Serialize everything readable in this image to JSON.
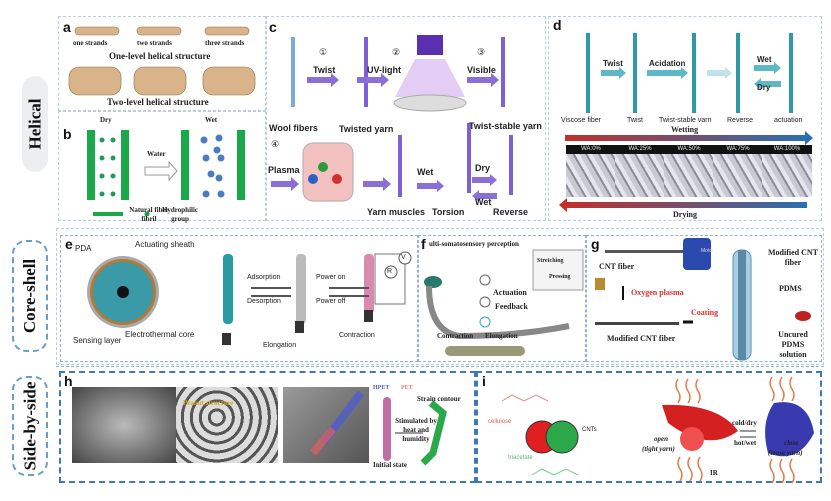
{
  "rows": {
    "helical": "Helical",
    "core_shell": "Core-shell",
    "side_by_side": "Side-by-side"
  },
  "a": {
    "label": "a",
    "strands": [
      "one strands",
      "two strands",
      "three strands"
    ],
    "one_level": "One-level helical structure",
    "two_level": "Two-level helical structure"
  },
  "b": {
    "label": "b",
    "dry": "Dry",
    "wet": "Wet",
    "water": "Water",
    "fibril": "Natural fiber fibril",
    "group": "Hydrophilic group"
  },
  "c": {
    "label": "c",
    "steps": [
      "①",
      "②",
      "③",
      "④"
    ],
    "twist": "Twist",
    "uv": "UV-light",
    "visible": "Visible",
    "wool": "Wool fibers",
    "twisted": "Twisted yarn",
    "stable": "Twist-stable yarn",
    "plasma": "Plasma",
    "wet": "Wet",
    "dry": "Dry",
    "wet2": "Wet",
    "muscles": "Yarn muscles",
    "torsion": "Torsion",
    "reverse": "Reverse"
  },
  "d": {
    "label": "d",
    "twist": "Twist",
    "acidation": "Acidation",
    "wet": "Wet",
    "dry": "Dry",
    "captions": [
      "Viscose fiber",
      "Twist",
      "Twist-stable varn",
      "Reverse",
      "actuation"
    ],
    "wetting": "Wetting",
    "drying": "Drying",
    "wa": [
      "WA:0%",
      "WA:25%",
      "WA:50%",
      "WA:75%",
      "WA:100%"
    ]
  },
  "e": {
    "label": "e",
    "pda": "PDA",
    "sheath": "Actuating sheath",
    "sensing": "Sensing layer",
    "core": "Electrothermal core",
    "adsorption": "Adsorption",
    "desorption": "Desorption",
    "power_on": "Power on",
    "power_off": "Power off",
    "elongation": "Elongation",
    "contraction": "Contraction",
    "r": "R",
    "v": "V"
  },
  "f": {
    "label": "f",
    "title": "ulti-somatosensory perception",
    "stretching": "Stretching",
    "pressing": "Pressing",
    "actuation": "Actuation",
    "feedback": "Feedback",
    "contraction": "Contraction",
    "elongation": "Elongation"
  },
  "g": {
    "label": "g",
    "cnt": "CNT fiber",
    "motor": "Motor",
    "plasma": "Oxygen plasma",
    "modified": "Modified CNT fiber",
    "coating": "Coating",
    "modified_top": "Modified CNT fiber",
    "pdms": "PDMS",
    "uncured": "Uncured PDMS solution"
  },
  "h": {
    "label": "h",
    "peanut": "Peanut structure",
    "hpet": "HPET",
    "pet": "PET",
    "strain": "Strain contour",
    "stimulated": "Stimulated by heat and humidity",
    "initial": "Initial state"
  },
  "i": {
    "label": "i",
    "cellulose": "cellulose",
    "triacetate": "triacetate",
    "cnts": "CNTs",
    "open": "open",
    "tight": "(tight yarn)",
    "cold": "cold/dry",
    "hot": "hot/wet",
    "close": "close",
    "loose": "(loose yarn)",
    "ir": "IR"
  },
  "colors": {
    "dashed_blue": "#3f78b8",
    "purple": "#7d5fd6",
    "teal": "#2e9aa5",
    "green": "#1fa34a",
    "red": "#d9302c"
  }
}
